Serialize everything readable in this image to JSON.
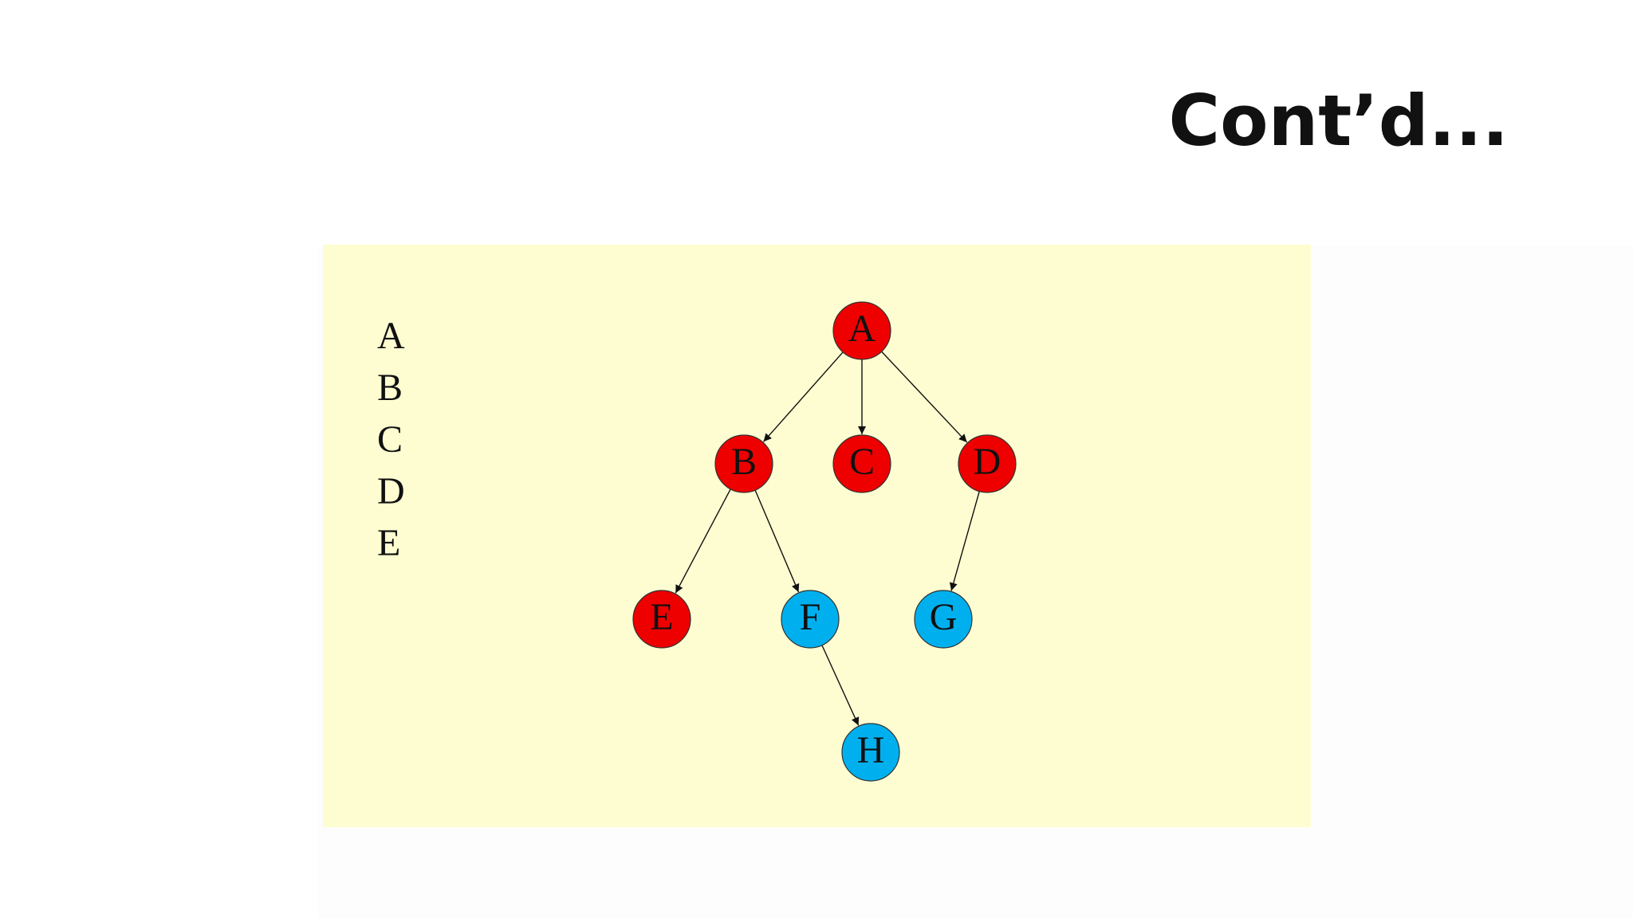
{
  "slide": {
    "title": "Cont’d..."
  },
  "visit_order": [
    "A",
    "B",
    "C",
    "D",
    "E"
  ],
  "tree": {
    "colors": {
      "red": "#ee0000",
      "blue": "#00b0ee",
      "panel_background": "#fdfdd1"
    },
    "nodes": [
      {
        "id": "A",
        "label": "A",
        "color": "red"
      },
      {
        "id": "B",
        "label": "B",
        "color": "red"
      },
      {
        "id": "C",
        "label": "C",
        "color": "red"
      },
      {
        "id": "D",
        "label": "D",
        "color": "red"
      },
      {
        "id": "E",
        "label": "E",
        "color": "red"
      },
      {
        "id": "F",
        "label": "F",
        "color": "blue"
      },
      {
        "id": "G",
        "label": "G",
        "color": "blue"
      },
      {
        "id": "H",
        "label": "H",
        "color": "blue"
      }
    ],
    "edges": [
      {
        "from": "A",
        "to": "B"
      },
      {
        "from": "A",
        "to": "C"
      },
      {
        "from": "A",
        "to": "D"
      },
      {
        "from": "B",
        "to": "E"
      },
      {
        "from": "B",
        "to": "F"
      },
      {
        "from": "D",
        "to": "G"
      },
      {
        "from": "F",
        "to": "H"
      }
    ]
  }
}
